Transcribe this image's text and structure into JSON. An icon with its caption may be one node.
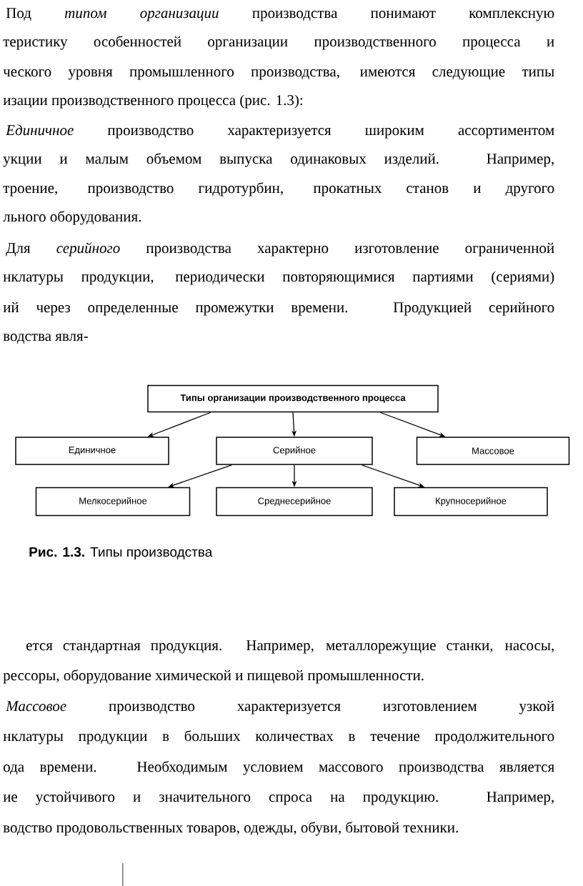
{
  "diagram": {
    "caption": "**Рис. 1.3.** Типы производства",
    "nodes": [
      {
        "text": [
          "Типы организации производственного процесса"
        ]
      },
      {
        "text": [
          "Единичное"
        ]
      },
      {
        "text": [
          "Серийное"
        ]
      },
      {
        "text": [
          "Массовое"
        ]
      },
      {
        "text": [
          "Мелкосерийное"
        ]
      },
      {
        "text": [
          "Среднесерийное"
        ]
      },
      {
        "text": [
          "Крупносерийное"
        ]
      }
    ],
    "edges": [
      {
        "from": 0,
        "to": 1,
        "arrow": "to"
      },
      {
        "from": 0,
        "to": 2,
        "arrow": "to"
      },
      {
        "from": 0,
        "to": 3,
        "arrow": "to"
      },
      {
        "from": 2,
        "to": 4,
        "arrow": "to"
      },
      {
        "from": 2,
        "to": 5,
        "arrow": "to"
      },
      {
        "from": 2,
        "to": 6,
        "arrow": "to"
      }
    ],
    "labels": [
      "Под *типом организации* производства понимают комплексную",
      "теристику особенностей организации производственного процесса и",
      "ческого уровня промышленного производства, имеются следующие типы",
      "изации производственного процесса (рис. 1.3):",
      "*Единичное* производство характеризуется широким ассортиментом",
      "укции и малым объемом выпуска одинаковых изделий. Например,",
      "троение, производство гидротурбин, прокатных станов и другого",
      "льного оборудования.",
      "Для *серийного* производства характерно изготовление ограниченной",
      "нклатуры продукции, периодически повторяющимися партиями (сериями)",
      "ий через определенные промежутки времени. Продукцией серийного",
      "водства явля-",
      "ется стандартная продукция. Например, металлорежущие станки, насосы,",
      "рессоры, оборудование химической и пищевой промышленности.",
      "*Массовое* производство характеризуется изготовлением узкой",
      "нклатуры продукции в больших количествах в течение продолжительного",
      "ода времени. Необходимым условием массового производства является",
      "ие устойчивого и значительного спроса на продукцию. Например,",
      "водство продовольственных товаров, одежды, обуви, бытовой техники."
    ]
  }
}
